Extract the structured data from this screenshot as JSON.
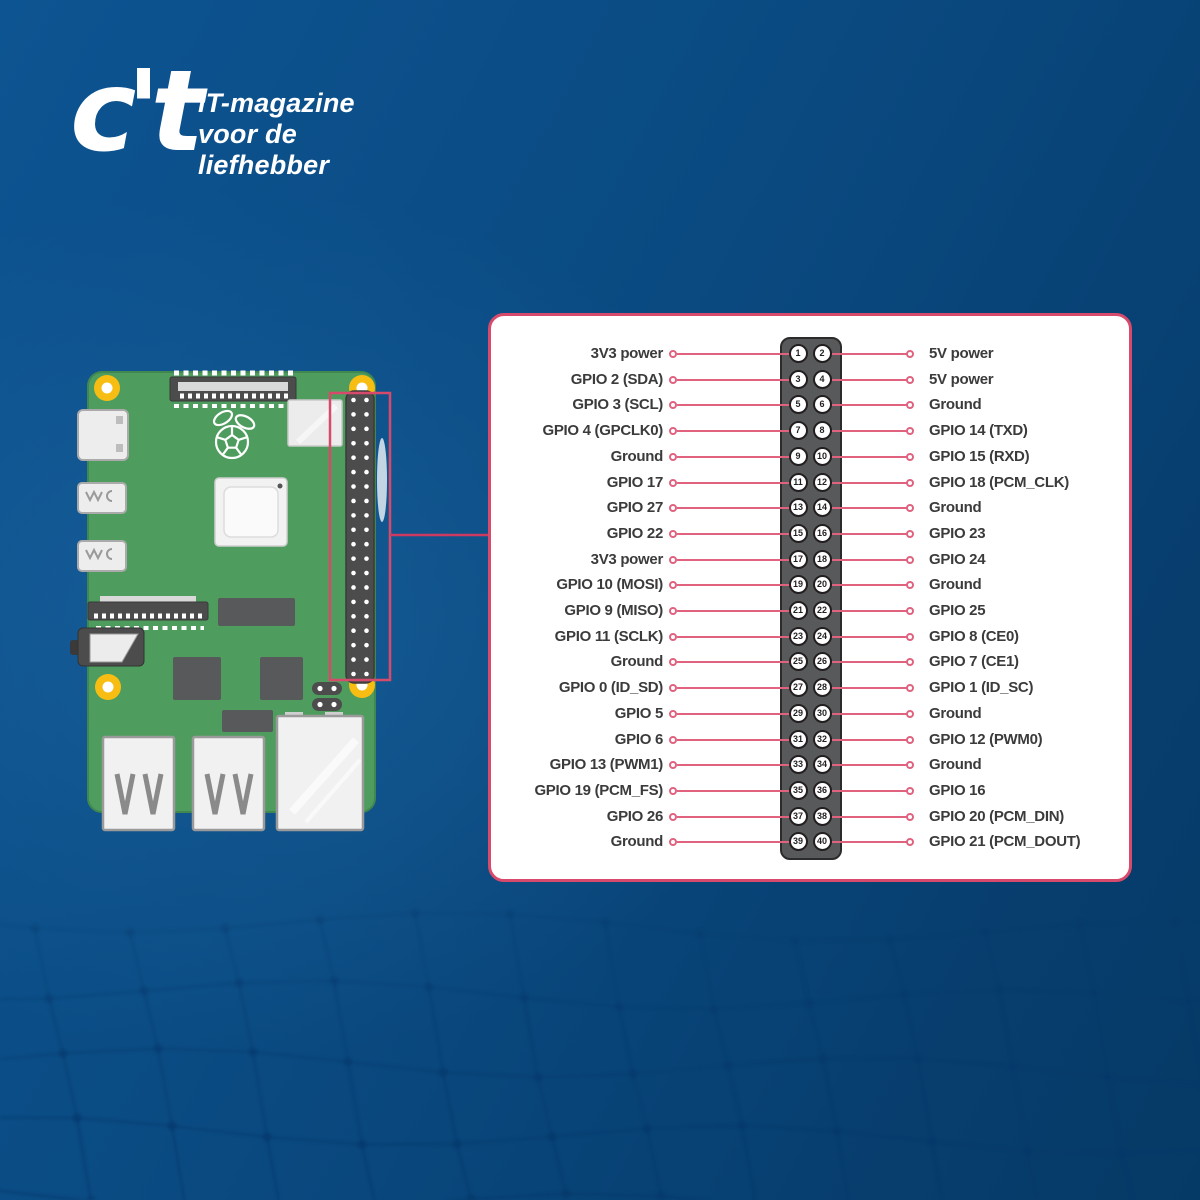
{
  "branding": {
    "logo_text": "c't",
    "tagline": [
      "IT-magazine",
      "voor de",
      "liefhebber"
    ]
  },
  "pinout": {
    "rows": [
      {
        "left": "3V3 power",
        "pins": [
          "1",
          "2"
        ],
        "right": "5V power"
      },
      {
        "left": "GPIO 2 (SDA)",
        "pins": [
          "3",
          "4"
        ],
        "right": "5V power"
      },
      {
        "left": "GPIO 3 (SCL)",
        "pins": [
          "5",
          "6"
        ],
        "right": "Ground"
      },
      {
        "left": "GPIO 4 (GPCLK0)",
        "pins": [
          "7",
          "8"
        ],
        "right": "GPIO 14 (TXD)"
      },
      {
        "left": "Ground",
        "pins": [
          "9",
          "10"
        ],
        "right": "GPIO 15 (RXD)"
      },
      {
        "left": "GPIO 17",
        "pins": [
          "11",
          "12"
        ],
        "right": "GPIO 18 (PCM_CLK)"
      },
      {
        "left": "GPIO 27",
        "pins": [
          "13",
          "14"
        ],
        "right": "Ground"
      },
      {
        "left": "GPIO 22",
        "pins": [
          "15",
          "16"
        ],
        "right": "GPIO 23"
      },
      {
        "left": "3V3 power",
        "pins": [
          "17",
          "18"
        ],
        "right": "GPIO 24"
      },
      {
        "left": "GPIO 10 (MOSI)",
        "pins": [
          "19",
          "20"
        ],
        "right": "Ground"
      },
      {
        "left": "GPIO 9 (MISO)",
        "pins": [
          "21",
          "22"
        ],
        "right": "GPIO 25"
      },
      {
        "left": "GPIO 11 (SCLK)",
        "pins": [
          "23",
          "24"
        ],
        "right": "GPIO 8 (CE0)"
      },
      {
        "left": "Ground",
        "pins": [
          "25",
          "26"
        ],
        "right": "GPIO 7 (CE1)"
      },
      {
        "left": "GPIO 0 (ID_SD)",
        "pins": [
          "27",
          "28"
        ],
        "right": "GPIO 1 (ID_SC)"
      },
      {
        "left": "GPIO 5",
        "pins": [
          "29",
          "30"
        ],
        "right": "Ground"
      },
      {
        "left": "GPIO 6",
        "pins": [
          "31",
          "32"
        ],
        "right": "GPIO 12 (PWM0)"
      },
      {
        "left": "GPIO 13 (PWM1)",
        "pins": [
          "33",
          "34"
        ],
        "right": "Ground"
      },
      {
        "left": "GPIO 19 (PCM_FS)",
        "pins": [
          "35",
          "36"
        ],
        "right": "GPIO 16"
      },
      {
        "left": "GPIO 26",
        "pins": [
          "37",
          "38"
        ],
        "right": "GPIO 20 (PCM_DIN)"
      },
      {
        "left": "Ground",
        "pins": [
          "39",
          "40"
        ],
        "right": "GPIO 21 (PCM_DOUT)"
      }
    ]
  },
  "icons": {
    "raspberry_logo": "raspberry-pi-logo-outline"
  },
  "theme": {
    "background_blue_light": "#0d5492",
    "background_blue_dark": "#063a66",
    "mesh_blue": "#05386b",
    "panel_border_pink": "#d84a6b",
    "connector_pink": "#e0627f",
    "board_green": "#4f9d5e",
    "component_gray": "#4c4c4c",
    "pin_header_gray": "#58595b",
    "mount_hole_yellow": "#f7bd13",
    "label_color": "#3b3b3b",
    "text_white": "#ffffff"
  }
}
